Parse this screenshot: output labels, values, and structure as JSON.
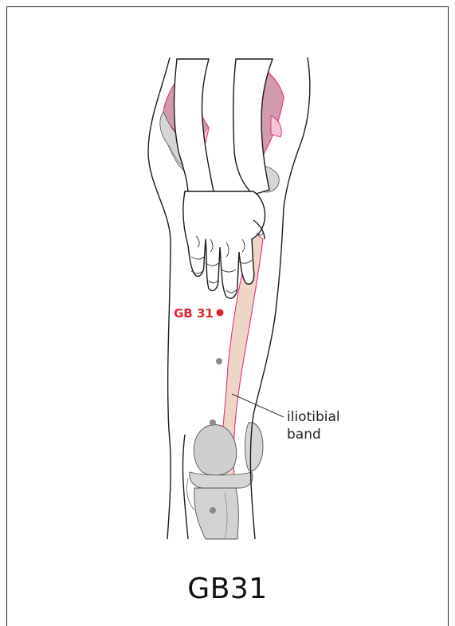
{
  "caption": "GB31",
  "point_label": "GB 31",
  "annotation": {
    "line1": "iliotibial",
    "line2": "band"
  },
  "colors": {
    "point_red": "#e0242f",
    "muscle_pink": "#c9899f",
    "band_fill": "#ecd2c0",
    "outline_magenta": "#d81b7a",
    "bone_gray": "#cfcfcf",
    "dot_gray": "#8a8a8a"
  }
}
